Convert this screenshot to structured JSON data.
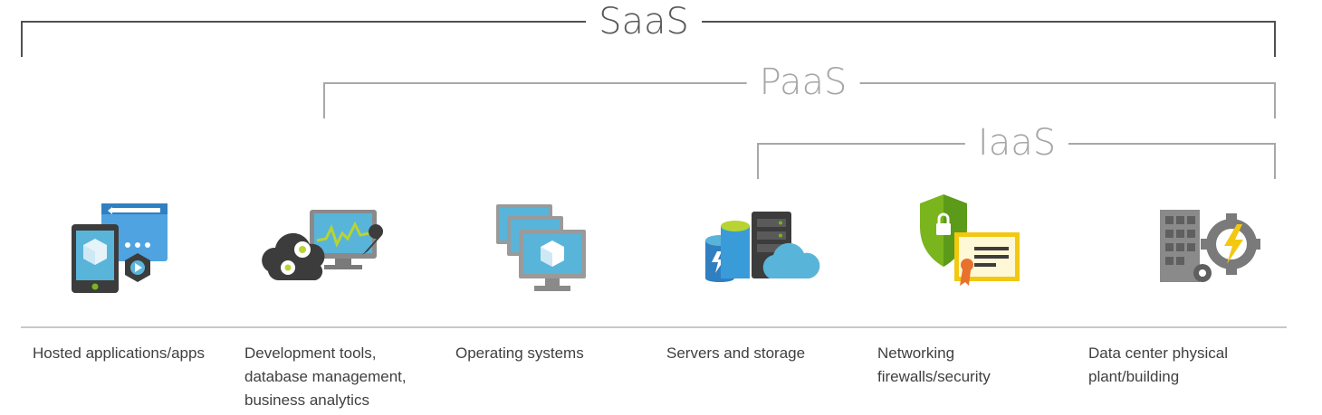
{
  "brackets": {
    "saas": "SaaS",
    "paas": "PaaS",
    "iaas": "IaaS"
  },
  "colors": {
    "saas_line": "#505050",
    "paas_line": "#a8a8a8",
    "iaas_line": "#a8a8a8",
    "azure_blue": "#3a9bd9",
    "shield_green": "#7ab51d",
    "certificate_yellow": "#f2c811",
    "device_dark": "#3c3c3c",
    "divider": "#c8c8c8"
  },
  "columns": [
    {
      "icon": "mobile-web-apps-icon",
      "lines": [
        "Hosted applications/apps"
      ]
    },
    {
      "icon": "dev-tools-monitor-icon",
      "lines": [
        "Development tools,",
        "database management,",
        "business analytics"
      ]
    },
    {
      "icon": "virtual-machines-icon",
      "lines": [
        "Operating systems"
      ]
    },
    {
      "icon": "server-storage-icon",
      "lines": [
        "Servers and storage"
      ]
    },
    {
      "icon": "shield-certificate-icon",
      "lines": [
        "Networking",
        "firewalls/security"
      ]
    },
    {
      "icon": "datacenter-building-icon",
      "lines": [
        "Data center physical",
        "plant/building"
      ]
    }
  ]
}
